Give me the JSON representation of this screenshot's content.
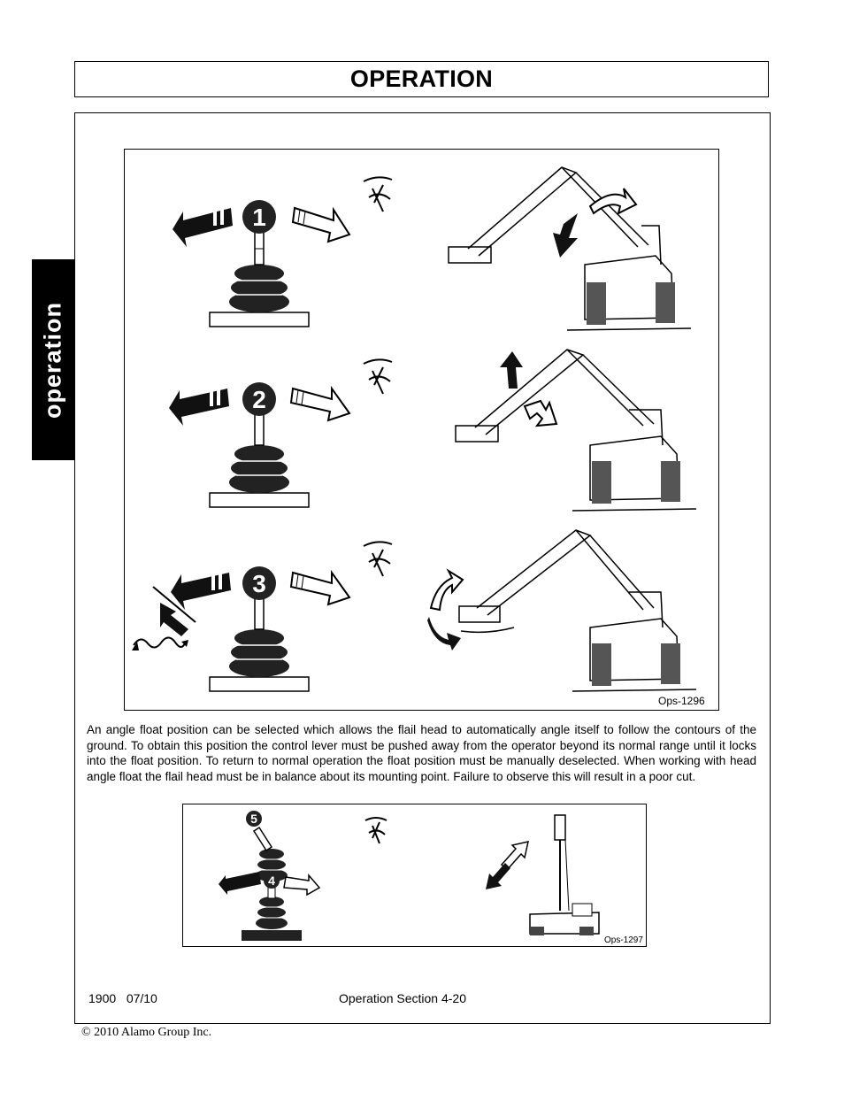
{
  "header": {
    "title": "OPERATION"
  },
  "side_tab": {
    "label": "operation"
  },
  "figure_top": {
    "id_label": "Ops-1296",
    "step_numbers": [
      "1",
      "2",
      "3"
    ]
  },
  "figure_bottom": {
    "id_label": "Ops-1297",
    "step_numbers": [
      "5",
      "4"
    ]
  },
  "body": {
    "paragraph": "An angle float position can be selected which allows the flail head to automatically angle itself to follow the contours of the ground. To obtain this position the control lever must be pushed away from the operator beyond its normal range until it locks into the float position. To return to normal operation the float position must be manually deselected. When working with head angle float the flail head must be in balance about its mounting point. Failure to observe this will result in a poor cut."
  },
  "footer": {
    "model_date": "1900   07/10",
    "section": "Operation Section 4-20",
    "copyright": "© 2010 Alamo Group Inc."
  }
}
